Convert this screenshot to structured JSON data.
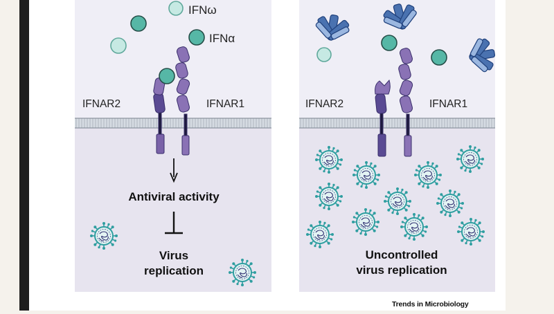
{
  "left_panel": {
    "ligands": {
      "ifn_omega": "IFNω",
      "ifn_alpha": "IFNα"
    },
    "receptors": {
      "ifnar2": "IFNAR2",
      "ifnar1": "IFNAR1"
    },
    "antiviral": "Antiviral activity",
    "virus_line1": "Virus",
    "virus_line2": "replication"
  },
  "right_panel": {
    "receptors": {
      "ifnar2": "IFNAR2",
      "ifnar1": "IFNAR1"
    },
    "uncontrolled_line1": "Uncontrolled",
    "uncontrolled_line2": "virus replication"
  },
  "credit": "Trends in Microbiology",
  "colors": {
    "page_background": "#f5f2ec",
    "panel_background": "#efeef6",
    "cytoplasm": "#e7e4ef",
    "ifn_alpha": "#56b7a6",
    "ifn_omega": "#c6e9e3",
    "receptor_dark": "#5a4a93",
    "receptor_light": "#8a72b5",
    "antibody": "#4a72b0",
    "virus": "#2f9ea0",
    "left_bar": "#1d1d1d"
  }
}
